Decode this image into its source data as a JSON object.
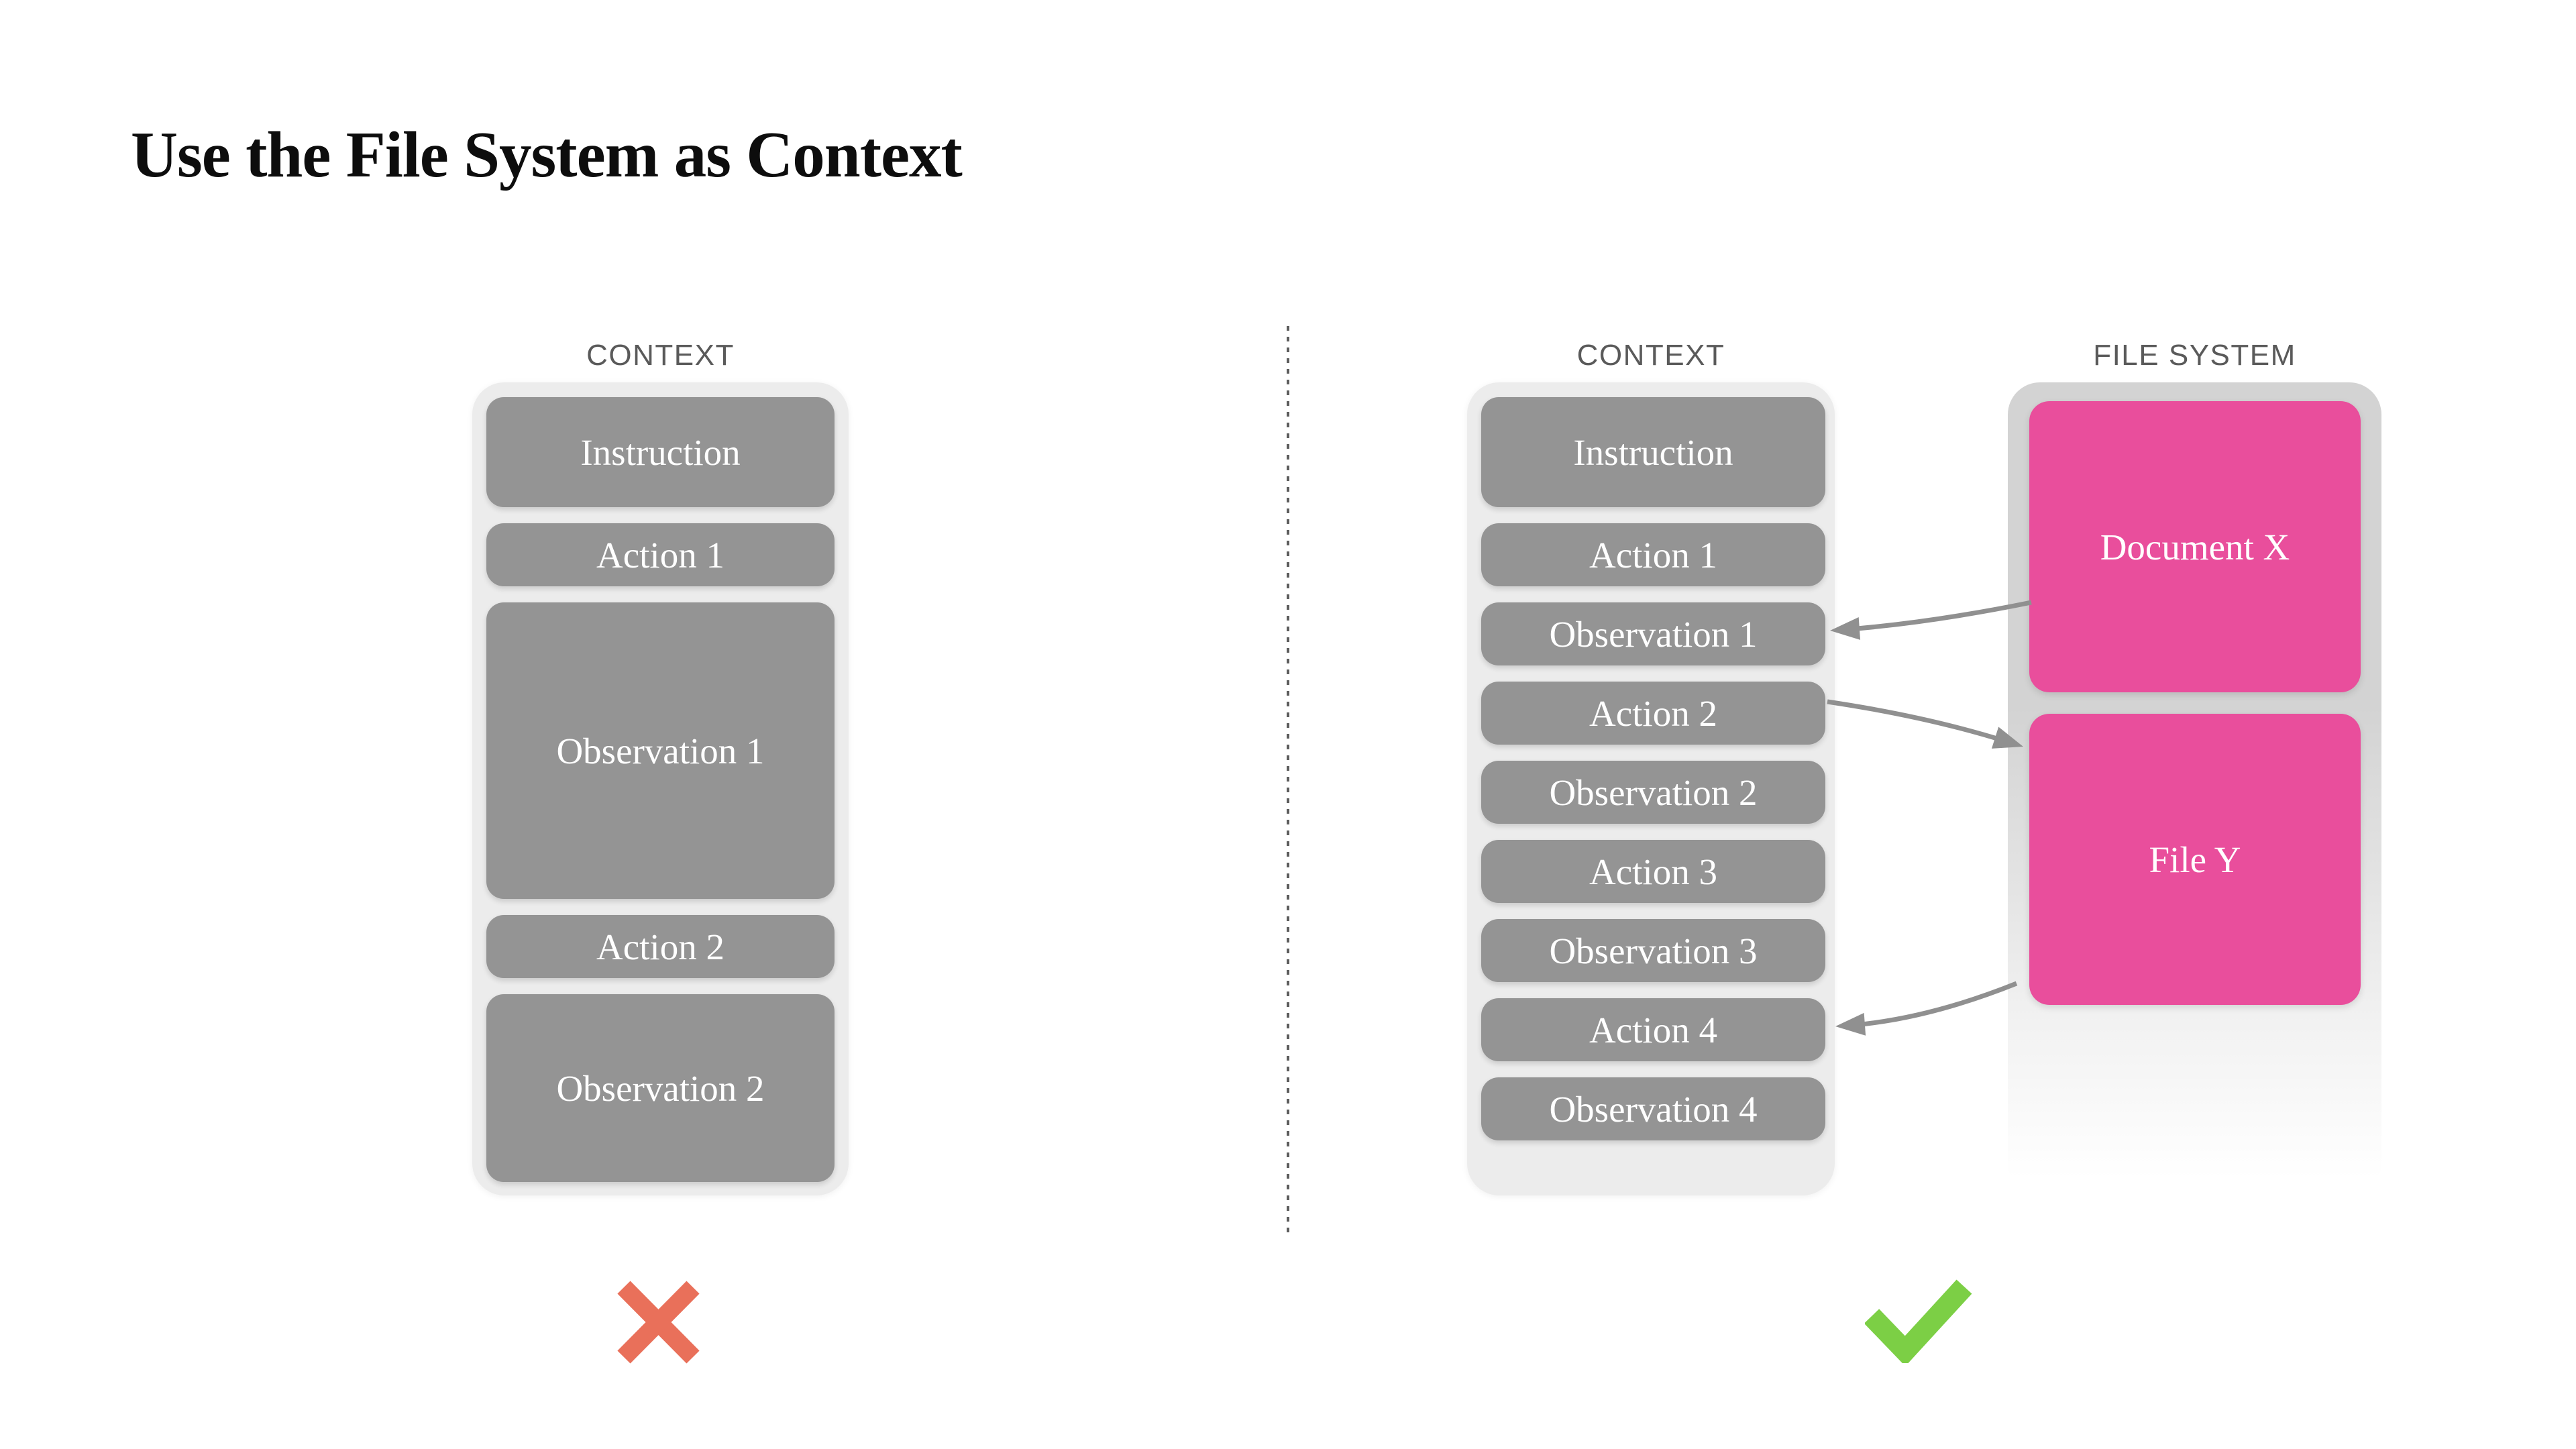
{
  "title": "Use the File System as Context",
  "left_diagram": {
    "column_label": "CONTEXT",
    "boxes": [
      "Instruction",
      "Action 1",
      "Observation 1",
      "Action 2",
      "Observation 2"
    ],
    "verdict": "incorrect",
    "verdict_icon": "cross-icon"
  },
  "right_diagram": {
    "context_column": {
      "column_label": "CONTEXT",
      "boxes": [
        "Instruction",
        "Action 1",
        "Observation 1",
        "Action 2",
        "Observation 2",
        "Action 3",
        "Observation 3",
        "Action 4",
        "Observation 4"
      ]
    },
    "file_system_column": {
      "column_label": "FILE SYSTEM",
      "boxes": [
        "Document X",
        "File Y"
      ]
    },
    "connections": [
      {
        "from": "Document X",
        "to": "Observation 1"
      },
      {
        "from": "Action 2",
        "to": "File Y"
      },
      {
        "from": "File Y",
        "to": "Action 4"
      }
    ],
    "verdict": "correct",
    "verdict_icon": "check-icon"
  },
  "colors": {
    "box_gray": "#949494",
    "container_gray": "#ECECEC",
    "file_system_container_gray": "#D3D3D3",
    "accent_pink": "#E94E9C",
    "cross_red": "#E9705A",
    "check_green": "#7CCF45",
    "arrow_gray": "#909090",
    "label_gray": "#5A5A5A"
  }
}
